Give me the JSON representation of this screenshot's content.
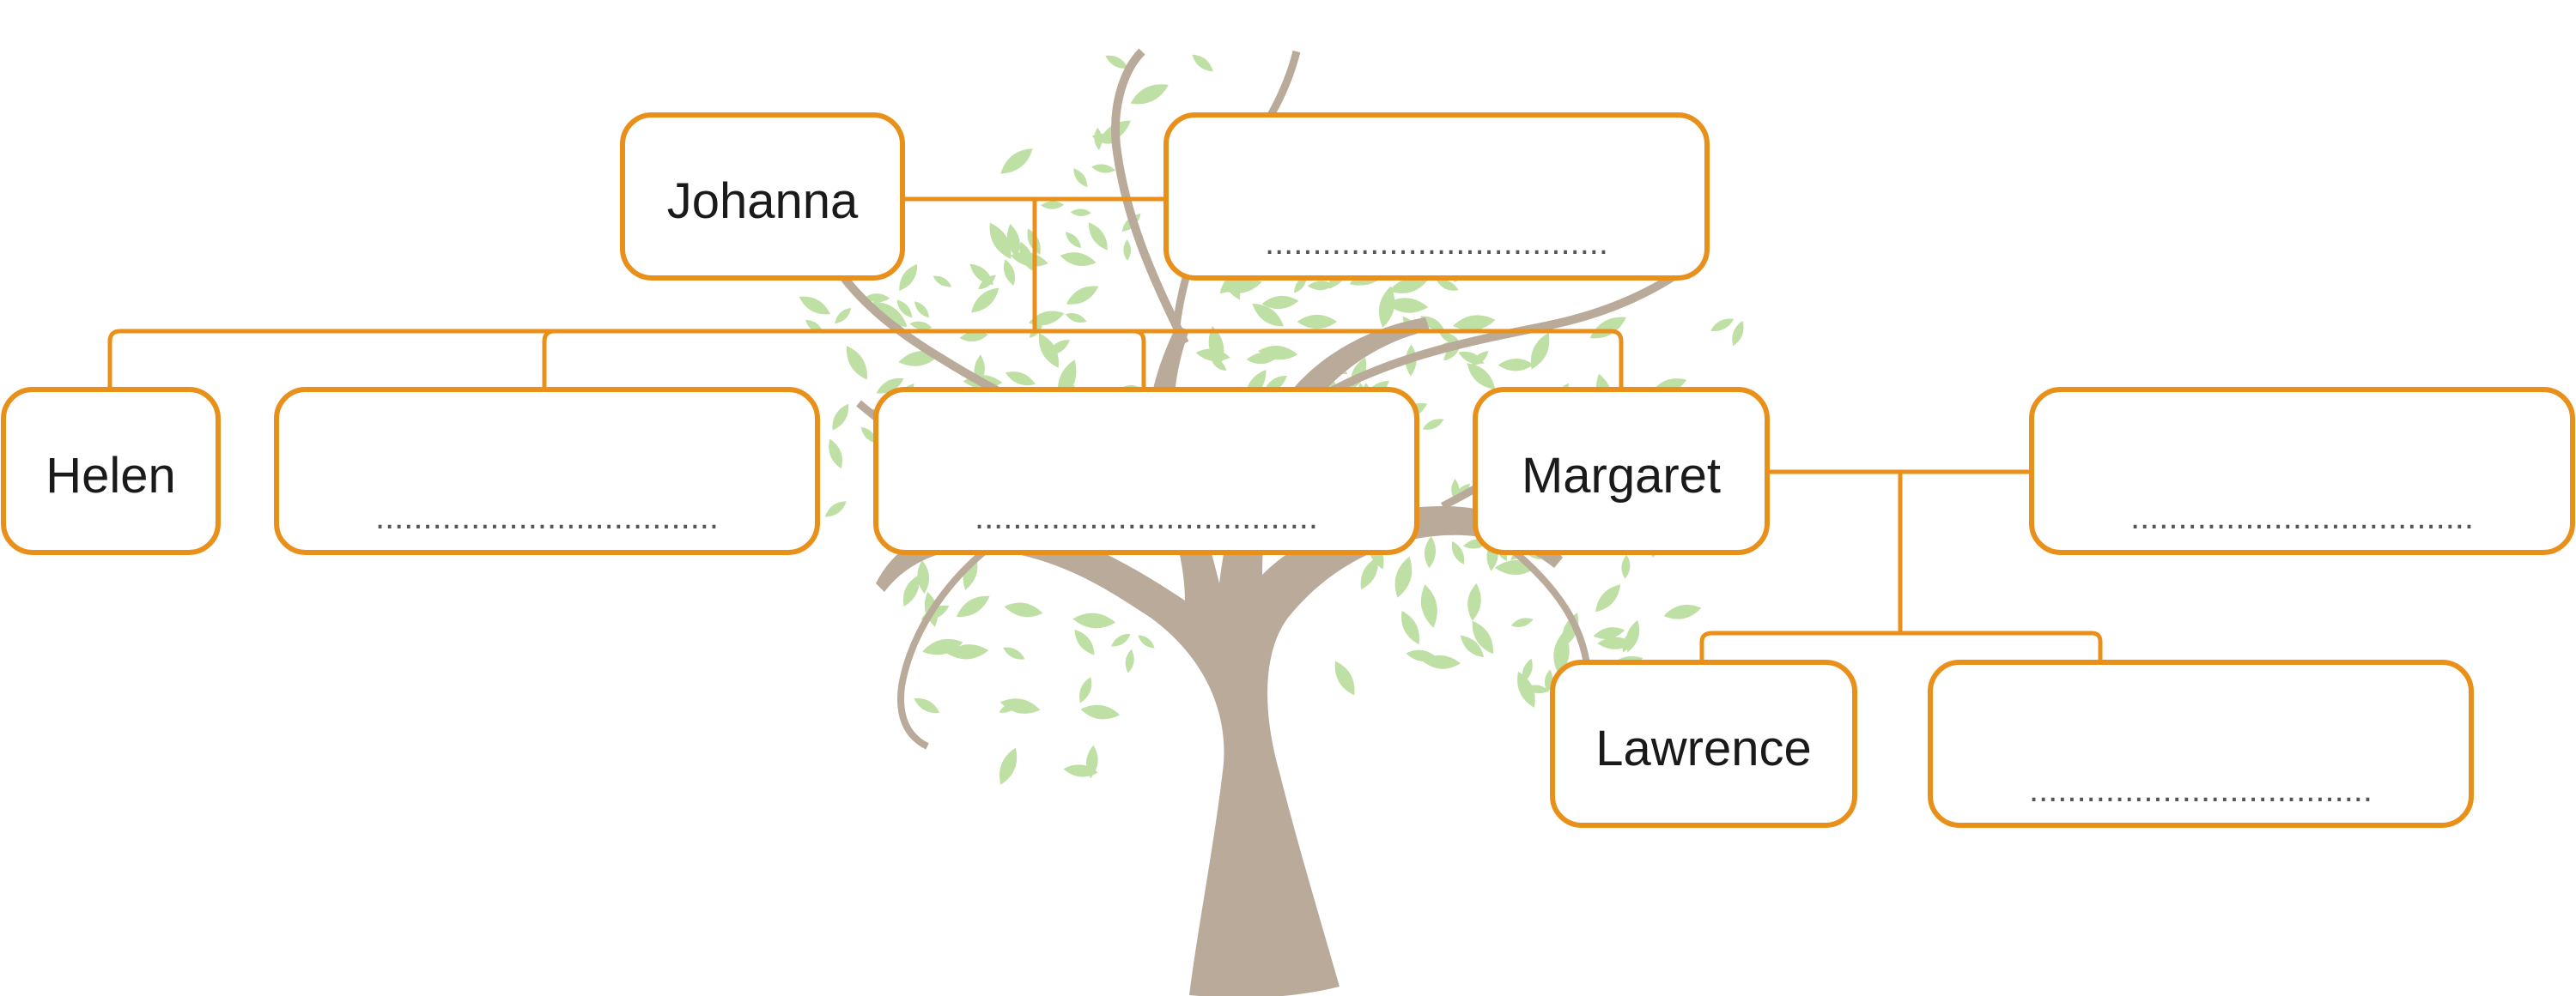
{
  "colors": {
    "box_border": "#e8901a",
    "connector": "#e8901a",
    "trunk": "#b9aa9a",
    "leaf": "#bfe0a4",
    "dots": "#555555",
    "text": "#1a1a1a"
  },
  "family_tree": {
    "grandmother": {
      "name": "Johanna"
    },
    "grandmother_partner": {
      "name": "",
      "blank": "...................................."
    },
    "children": [
      {
        "name": "Helen"
      },
      {
        "name": "",
        "blank": "...................................."
      },
      {
        "name": "",
        "blank": "...................................."
      },
      {
        "name": "Margaret"
      }
    ],
    "margaret_partner": {
      "name": "",
      "blank": "...................................."
    },
    "grandchildren": [
      {
        "name": "Lawrence"
      },
      {
        "name": "",
        "blank": "...................................."
      }
    ]
  }
}
